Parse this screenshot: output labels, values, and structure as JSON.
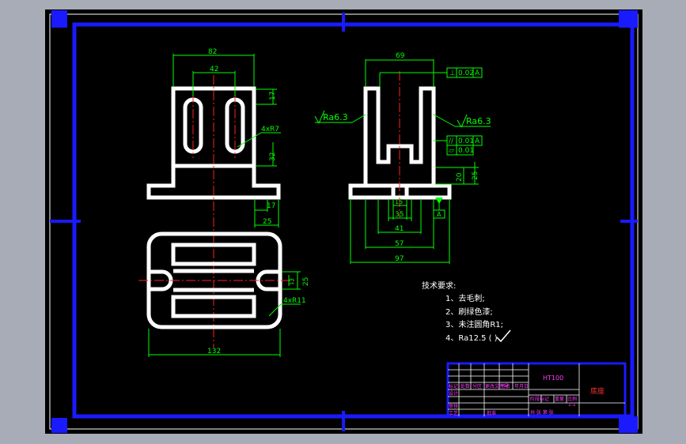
{
  "colors": {
    "bezel": "#a7acb6",
    "sheet": "#000000",
    "border": "#1a1aff",
    "outline": "#ffffff",
    "dimension": "#00ff00",
    "centerline": "#ff2020",
    "title_text": "#ff3bff",
    "title_red": "#ff3030"
  },
  "front_view": {
    "dim_width": "82",
    "dim_slot_spacing": "42",
    "dim_top": "17",
    "dim_slot_radius": "4xR7",
    "dim_side": "32",
    "dim_base": "17",
    "dim_bottom": "25"
  },
  "side_view": {
    "dim_top_width": "69",
    "dim_thickness": "20",
    "dim_height": "25",
    "dim_hole": "15",
    "dim_inner": "35",
    "dim_41": "41",
    "dim_57": "57",
    "dim_97": "97",
    "roughness_left": "Ra6.3",
    "roughness_right": "Ra6.3",
    "tol_perpendicular": "0.02",
    "tol_parallel": "0.01",
    "tol_flatness": "0.01",
    "datum_ref": "A",
    "datum_label": "A"
  },
  "top_view": {
    "dim_height": "25",
    "dim_small": "13",
    "dim_radius": "4xR11",
    "dim_length": "132"
  },
  "notes": {
    "heading": "技术要求:",
    "items": [
      "1、去毛刺;",
      "2、刷绿色漆;",
      "3、未注圆角R1;",
      "4、Ra12.5 (   )"
    ]
  },
  "title_block": {
    "material": "HT100",
    "part_name": "底座",
    "labels": [
      "标记",
      "处数",
      "分区",
      "更改文件号",
      "签名",
      "年月日"
    ],
    "design": "设计",
    "review": "审核",
    "craft": "工艺",
    "approve": "批准",
    "stage_labels": [
      "阶段标记",
      "重量",
      "比例"
    ],
    "scale": "1:1",
    "sheet_info": "共  张  第  张"
  }
}
